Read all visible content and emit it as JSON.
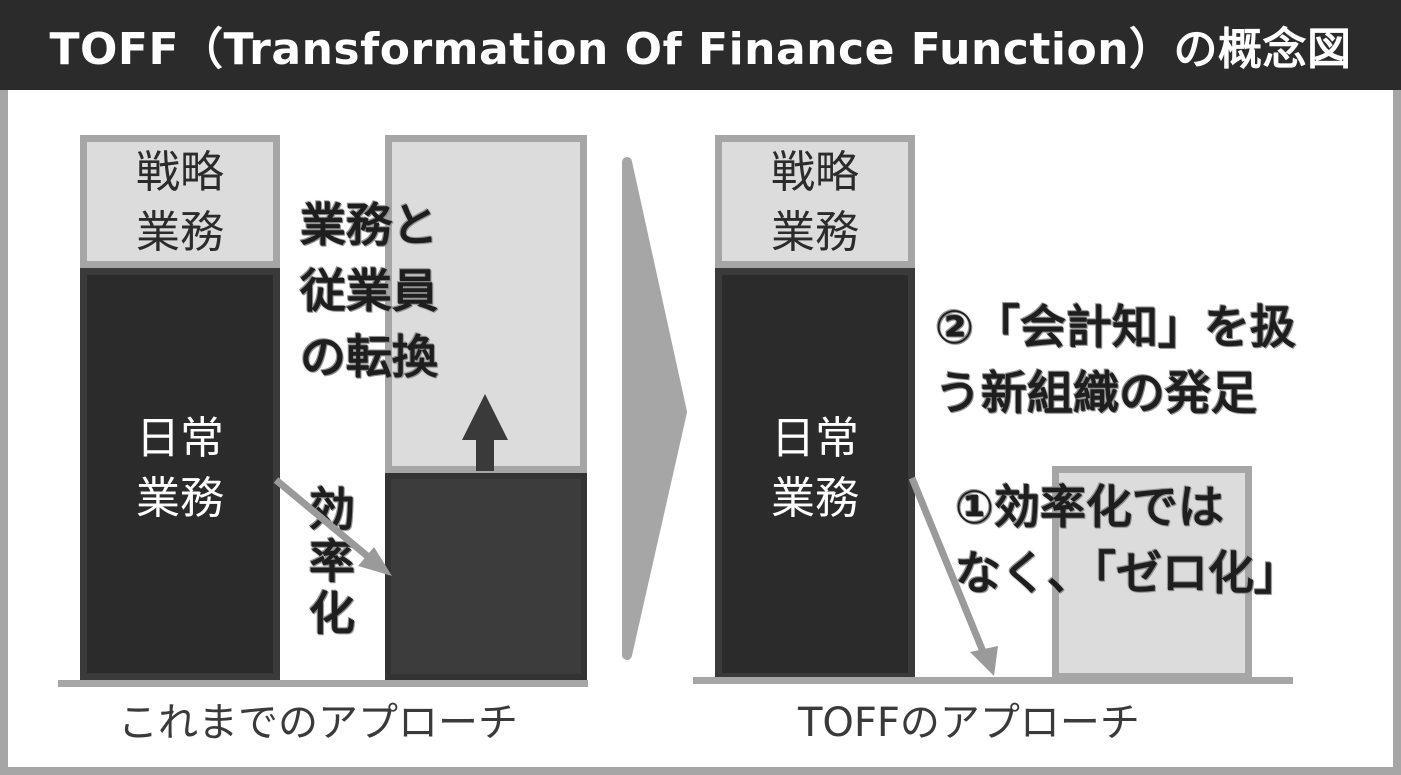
{
  "title": "TOFF（Transformation Of Finance Function）の概念図",
  "left_panel": {
    "strategic_block": [
      "戦略",
      "業務"
    ],
    "daily_block": [
      "日常",
      "業務"
    ],
    "shift_text": [
      "業務と",
      "従業員",
      "の転換"
    ],
    "efficiency_text": "効率化",
    "caption": "これまでのアプローチ"
  },
  "right_panel": {
    "strategic_block": [
      "戦略",
      "業務"
    ],
    "daily_block": [
      "日常",
      "業務"
    ],
    "new_org_text": [
      "②「会計知」を扱",
      "う新組織の発足"
    ],
    "zero_text": [
      "①効率化では",
      "なく、「ゼロ化」"
    ],
    "caption": "TOFFのアプローチ"
  },
  "colors": {
    "dark": "#2b2b2b",
    "light": "#dcdcdc",
    "border_gray": "#a6a6a6"
  },
  "icons": [
    "chevron-right-icon",
    "arrow-up-icon",
    "arrow-down-right-icon"
  ]
}
